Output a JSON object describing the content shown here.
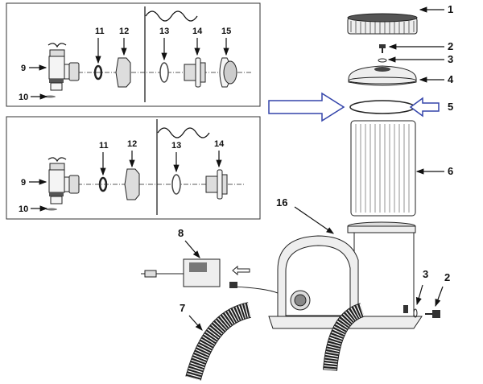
{
  "diagram": {
    "colors": {
      "highlight_arrow": "#3344aa",
      "line": "#111111"
    },
    "inset_top": {
      "labels": {
        "valve": "9",
        "valve_oring": "10",
        "oring": "11",
        "nut": "12",
        "washer": "13",
        "strainer_connector": "14",
        "strainer_grid": "15"
      }
    },
    "inset_bottom": {
      "labels": {
        "valve": "9",
        "valve_oring": "10",
        "oring": "11",
        "nut": "12",
        "washer": "13",
        "strainer_connector": "14"
      }
    },
    "main": {
      "labels": {
        "cap": "1",
        "air_release_valve": "2",
        "air_release_oring": "3",
        "lid": "4",
        "housing_oring": "5",
        "cartridge": "6",
        "hose": "7",
        "gfci_plug": "8",
        "pump_base": "16",
        "drain_plug": "2",
        "drain_oring": "3"
      }
    }
  }
}
